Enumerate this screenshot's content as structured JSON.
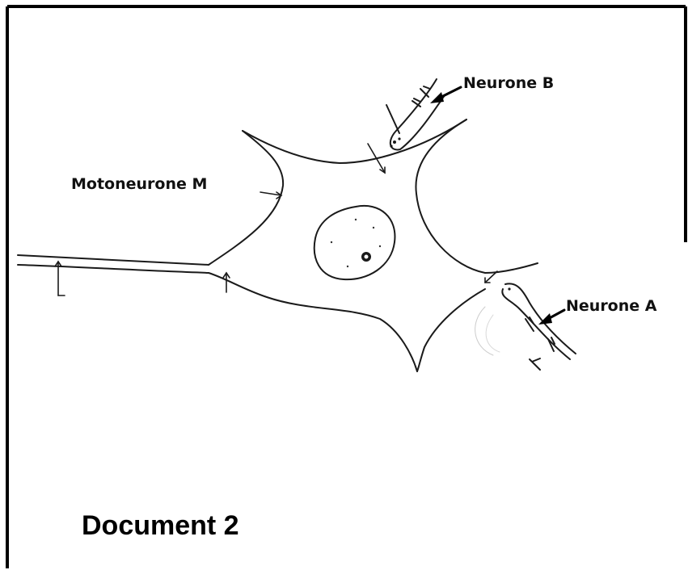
{
  "diagram": {
    "labels": {
      "motoneurone": "Motoneurone M",
      "neurone_b": "Neurone B",
      "neurone_a": "Neurone A"
    },
    "document_title": "Document 2"
  },
  "colors": {
    "ink": "#1a1a1a",
    "frame": "#000000",
    "background": "#ffffff"
  }
}
